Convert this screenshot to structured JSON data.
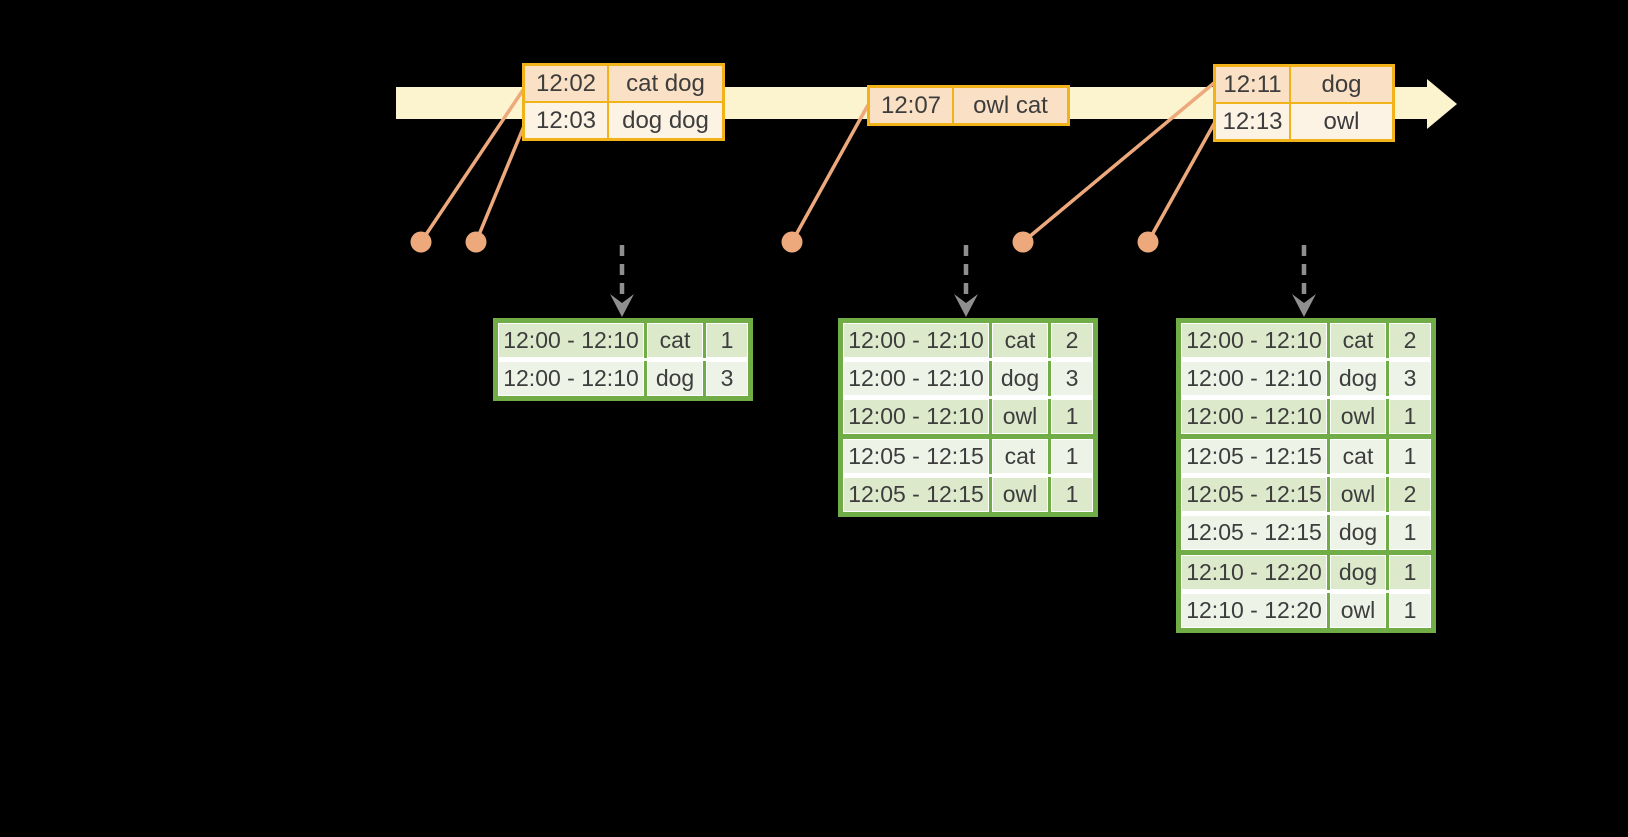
{
  "colors": {
    "background": "#000000",
    "timeline_band": "#fcf3cf",
    "event_border": "#f2b31a",
    "event_row_peach": "#fae0c4",
    "event_row_cream": "#fdf3e4",
    "result_border": "#70ad47",
    "result_row_dark": "#dde9cb",
    "result_row_light": "#eef3e8",
    "connector_salmon": "#eda97c",
    "arrow_gray": "#8f8f8f",
    "text": "#3d3d3d"
  },
  "event_tables": [
    {
      "rows": [
        {
          "time": "12:02",
          "words": "cat dog"
        },
        {
          "time": "12:03",
          "words": "dog dog"
        }
      ]
    },
    {
      "rows": [
        {
          "time": "12:07",
          "words": "owl cat"
        }
      ]
    },
    {
      "rows": [
        {
          "time": "12:11",
          "words": "dog"
        },
        {
          "time": "12:13",
          "words": "owl"
        }
      ]
    }
  ],
  "result_tables": [
    {
      "groups": [
        {
          "rows": [
            {
              "window": "12:00 - 12:10",
              "word": "cat",
              "count": "1"
            },
            {
              "window": "12:00 - 12:10",
              "word": "dog",
              "count": "3"
            }
          ]
        }
      ]
    },
    {
      "groups": [
        {
          "rows": [
            {
              "window": "12:00 - 12:10",
              "word": "cat",
              "count": "2"
            },
            {
              "window": "12:00 - 12:10",
              "word": "dog",
              "count": "3"
            },
            {
              "window": "12:00 - 12:10",
              "word": "owl",
              "count": "1"
            }
          ]
        },
        {
          "rows": [
            {
              "window": "12:05 - 12:15",
              "word": "cat",
              "count": "1"
            },
            {
              "window": "12:05 - 12:15",
              "word": "owl",
              "count": "1"
            }
          ]
        }
      ]
    },
    {
      "groups": [
        {
          "rows": [
            {
              "window": "12:00 - 12:10",
              "word": "cat",
              "count": "2"
            },
            {
              "window": "12:00 - 12:10",
              "word": "dog",
              "count": "3"
            },
            {
              "window": "12:00 - 12:10",
              "word": "owl",
              "count": "1"
            }
          ]
        },
        {
          "rows": [
            {
              "window": "12:05 - 12:15",
              "word": "cat",
              "count": "1"
            },
            {
              "window": "12:05 - 12:15",
              "word": "owl",
              "count": "2"
            },
            {
              "window": "12:05 - 12:15",
              "word": "dog",
              "count": "1"
            }
          ]
        },
        {
          "rows": [
            {
              "window": "12:10 - 12:20",
              "word": "dog",
              "count": "1"
            },
            {
              "window": "12:10 - 12:20",
              "word": "owl",
              "count": "1"
            }
          ]
        }
      ]
    }
  ]
}
